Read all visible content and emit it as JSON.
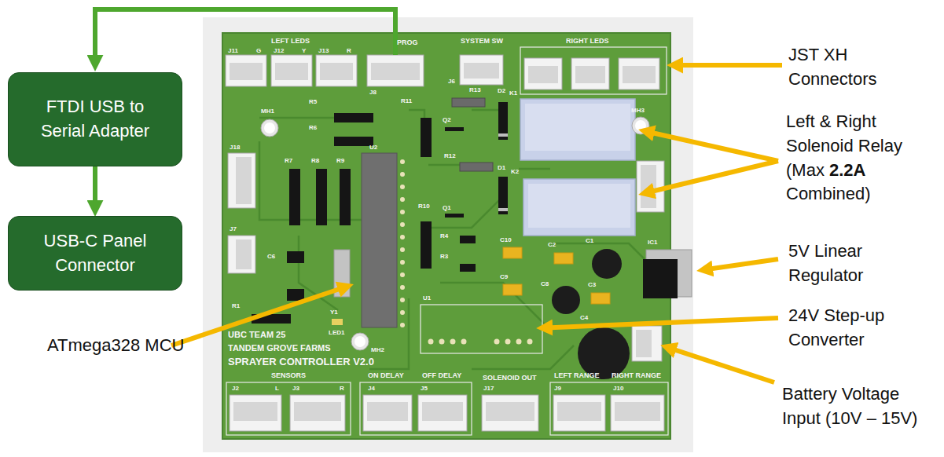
{
  "diagram": {
    "nodes": [
      {
        "text": [
          "FTDI USB to Serial Adapter"
        ]
      },
      {
        "text": [
          "USB-C Panel Connector"
        ]
      }
    ],
    "edges": [
      {
        "from": 0,
        "to": 1,
        "arrow": "to"
      }
    ],
    "labels": [
      "LEFT LEDS",
      "J11",
      "G",
      "J12",
      "Y",
      "J13",
      "R",
      "PROG",
      "J8",
      "SYSTEM SW",
      "J6",
      "RIGHT LEDS",
      "R5",
      "R6",
      "R11",
      "R13",
      "D2",
      "K1",
      "MH1",
      "MH3",
      "Q2",
      "J18",
      "R7",
      "R8",
      "R9",
      "U2",
      "R12",
      "D1",
      "K2",
      "R10",
      "Q1",
      "R4",
      "R3",
      "C10",
      "C9",
      "C2",
      "C1",
      "IC1",
      "J7",
      "C6",
      "C8",
      "C3",
      "U1",
      "C4",
      "R1",
      "Y1",
      "LED1",
      "MH2",
      "UBC TEAM 25",
      "TANDEM GROVE FARMS",
      "SPRAYER CONTROLLER V2.0",
      "SENSORS",
      "ON DELAY",
      "OFF DELAY",
      "SOLENOID OUT",
      "LEFT RANGE",
      "RIGHT RANGE",
      "J2",
      "L",
      "J3",
      "R",
      "J4",
      "J5",
      "J17",
      "J9",
      "J10",
      "JST XH Connectors",
      "Left & Right Solenoid Relay (Max",
      "2.2A",
      "Combined)",
      "5V Linear Regulator",
      "24V Step-up Converter",
      "Battery Voltage Input (10V – 15V)",
      "ATmega328 MCU"
    ]
  }
}
